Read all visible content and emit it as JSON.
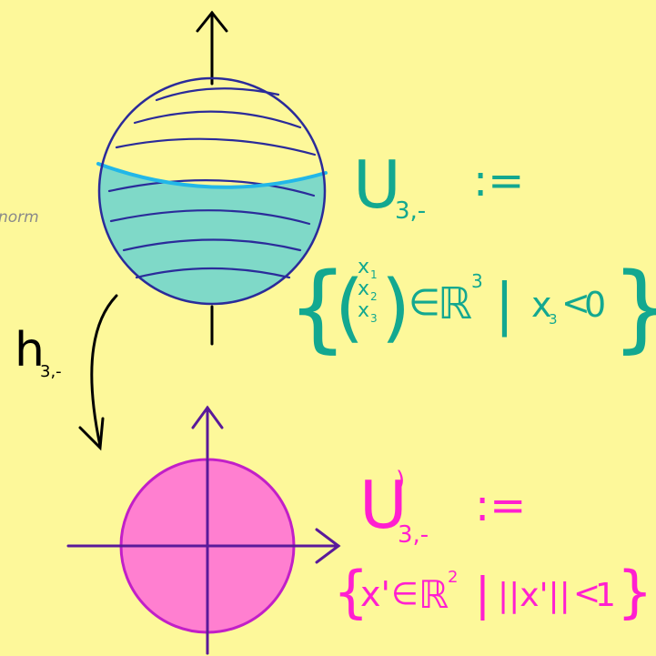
{
  "colors": {
    "background": "#fdf89a",
    "sphere_stroke": "#2b2b9a",
    "sphere_fill": "#fdf89a",
    "lower_cap_fill": "#7fd9c8",
    "cap_edge": "#22b7e8",
    "teal_text": "#13a890",
    "disk_fill": "#ff7fd0",
    "disk_stroke": "#c21fc8",
    "axis_purple": "#5a1a9a",
    "magenta_text": "#ff1fd0",
    "ink": "#1a1a1a",
    "faint_label": "#8a8a8a"
  },
  "labels": {
    "faint_cut_word": "norm",
    "map_name": "h",
    "map_subscript": "3,-",
    "u_upper": {
      "letter": "U",
      "subscript": "3,-",
      "assign": ":="
    },
    "u_upper_set": {
      "open_brace": "{",
      "x1": "x",
      "x1_sub": "1",
      "x2": "x",
      "x2_sub": "2",
      "x3": "x",
      "x3_sub": "3",
      "in": "∈",
      "space": "ℝ",
      "space_exp": "3",
      "bar": "|",
      "cond_var": "x",
      "cond_sub": "3",
      "cond_rel": "<",
      "cond_val": "0",
      "close_brace": "}"
    },
    "u_lower": {
      "letter": "U",
      "prime": ")",
      "subscript": "3,-",
      "assign": ":="
    },
    "u_lower_set": {
      "open_brace": "{",
      "var": "x'",
      "in": "∈",
      "space": "ℝ",
      "space_exp": "2",
      "bar": "|",
      "norm": "||x'||",
      "rel": "<",
      "val": "1",
      "close_brace": "}"
    }
  }
}
